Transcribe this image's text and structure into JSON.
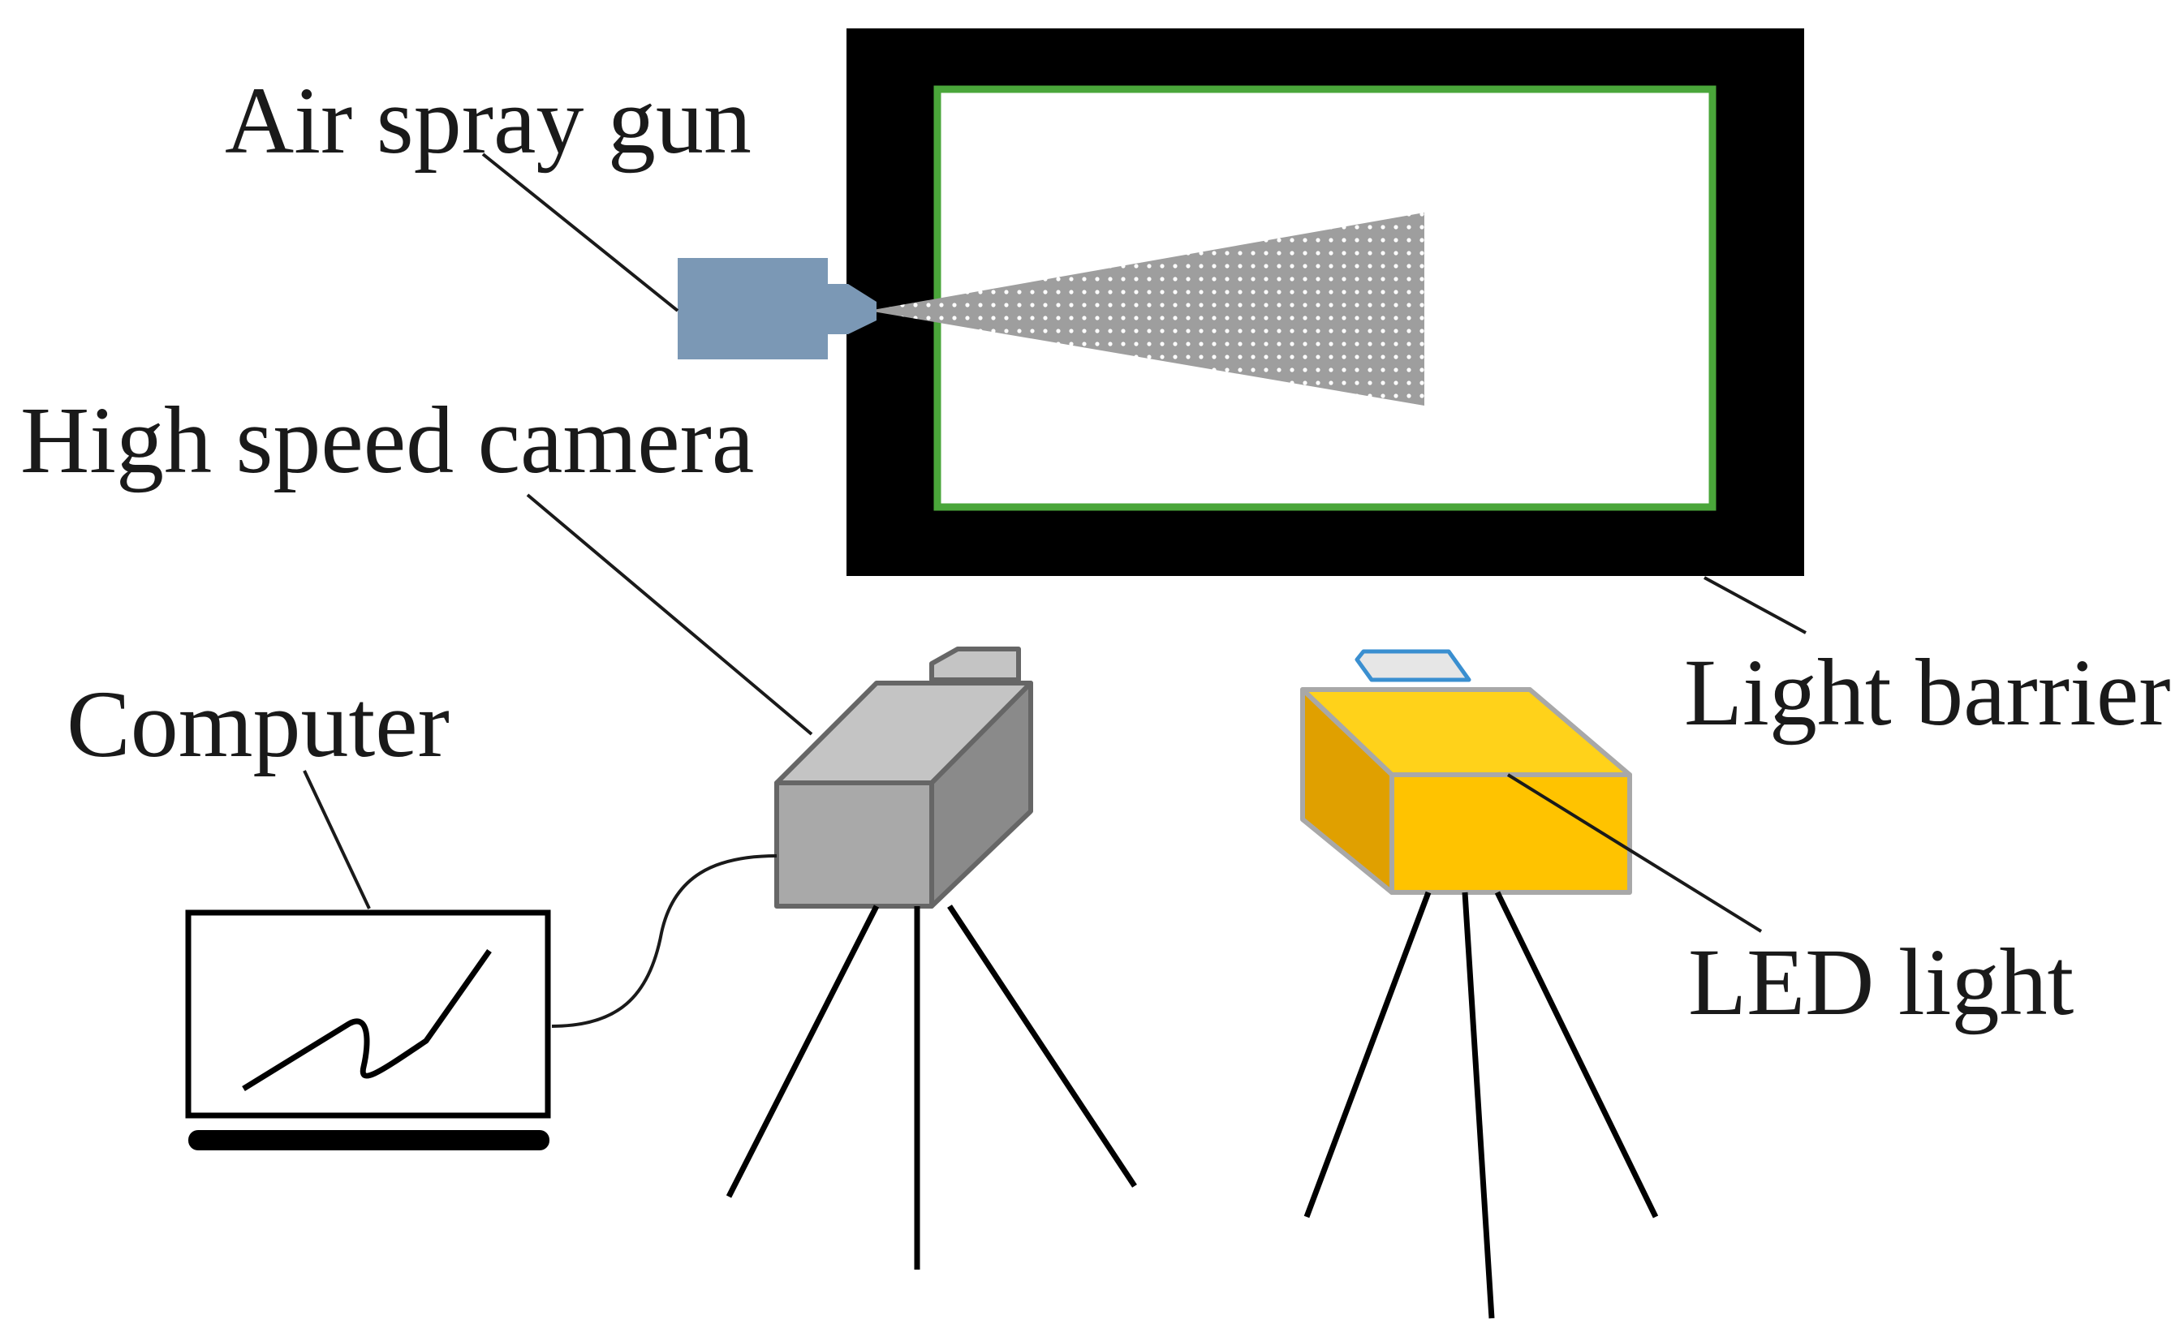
{
  "labels": {
    "air_spray_gun": "Air spray gun",
    "high_speed_camera": "High speed camera",
    "computer": "Computer",
    "light_barrier": "Light barrier",
    "led_light": "LED light"
  },
  "colors": {
    "frame": "#000000",
    "inner_border": "#4aa63a",
    "spray_gun": "#7b98b5",
    "spray_cone": "#9e9e9e",
    "camera_front": "#a9a9a9",
    "camera_side": "#8a8a8a",
    "camera_top": "#c4c4c4",
    "led_front": "#ffc300",
    "led_side": "#e0a000",
    "led_top": "#ffd21a",
    "led_lens": "#3a8fd0",
    "stroke": "#1a1a1a"
  }
}
